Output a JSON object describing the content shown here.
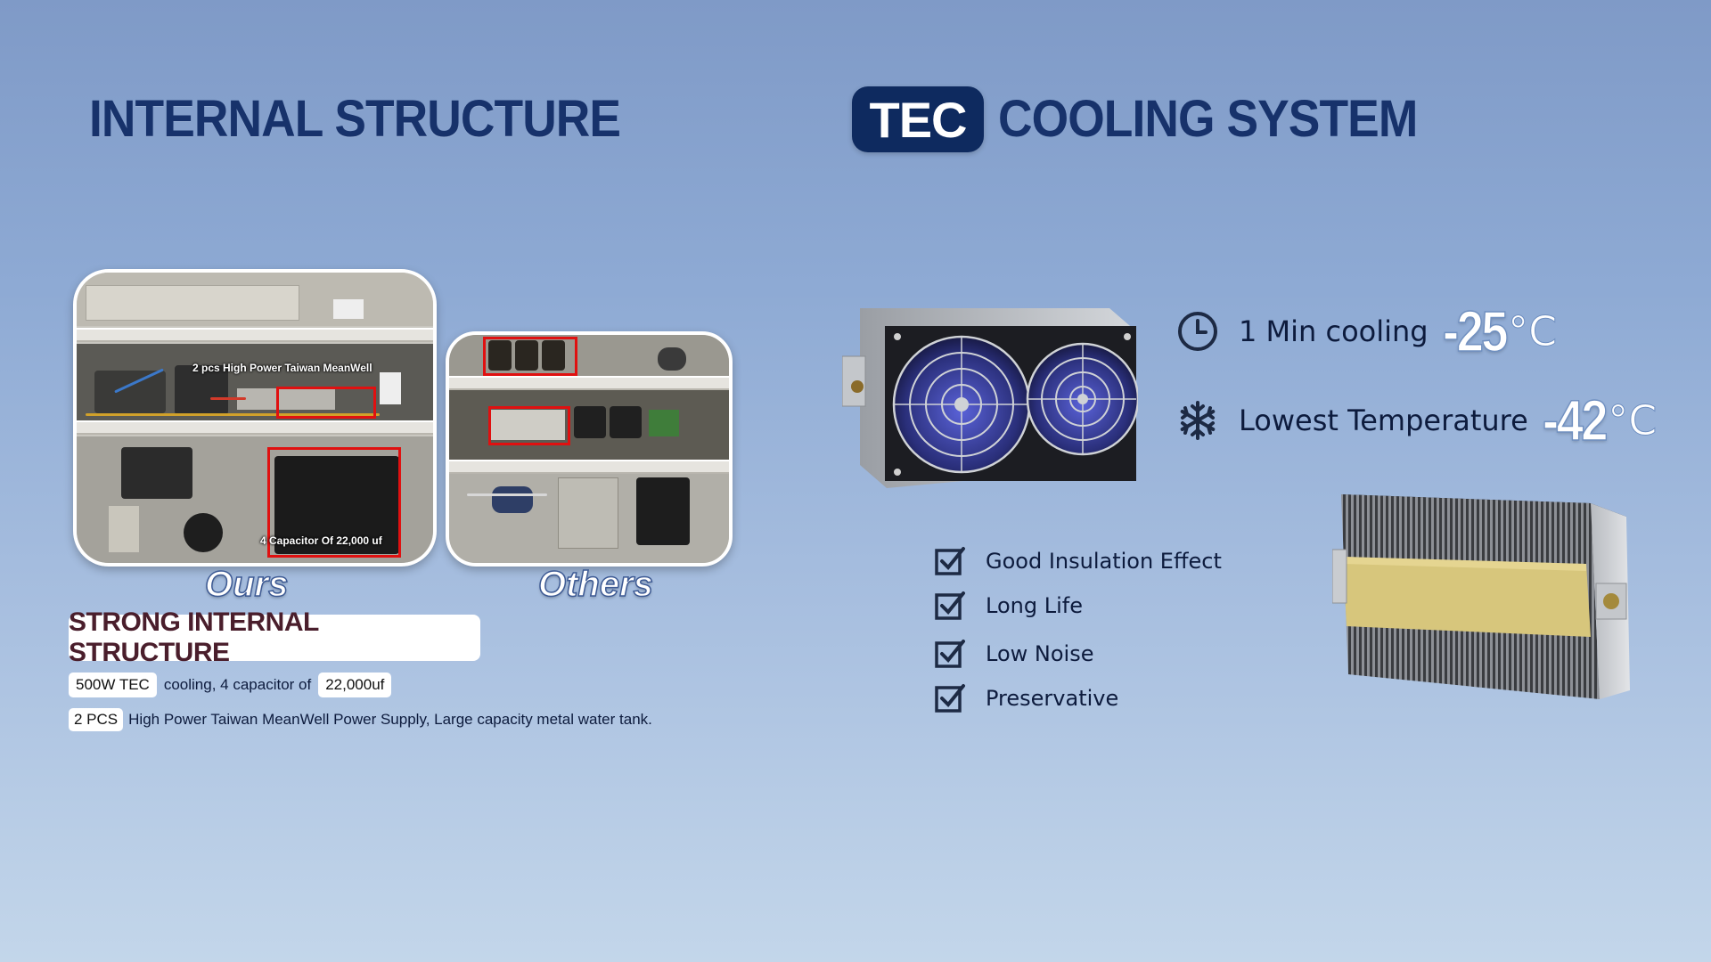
{
  "left_section": {
    "heading": "INTERNAL STRUCTURE",
    "photo_ours_caption": "2 pcs High Power Taiwan MeanWell",
    "photo_ours_caption2": "4 Capacitor Of 22,000 uf",
    "label_ours": "Ours",
    "label_others": "Others",
    "strong_title": "STRONG INTERNAL STRUCTURE",
    "line1": {
      "tag1": "500W TEC",
      "text1": "cooling, 4 capacitor of",
      "tag2": "22,000uf"
    },
    "line2": {
      "tag1": "2 PCS",
      "text1": "High Power Taiwan MeanWell Power Supply, Large capacity metal water tank."
    }
  },
  "right_section": {
    "heading_badge": "TEC",
    "heading": "COOLING SYSTEM",
    "stats": [
      {
        "icon": "clock-icon",
        "label": "1 Min cooling",
        "value": "-25",
        "unit": "°C"
      },
      {
        "icon": "snowflake-icon",
        "label": "Lowest Temperature",
        "value": "-42",
        "unit": "°C"
      }
    ],
    "features": [
      {
        "icon": "checkbox-icon",
        "label": "Good Insulation Effect"
      },
      {
        "icon": "checkbox-icon",
        "label": "Long Life"
      },
      {
        "icon": "checkbox-icon",
        "label": "Low Noise"
      },
      {
        "icon": "checkbox-icon",
        "label": "Preservative"
      }
    ]
  },
  "colors": {
    "heading": "#17326b",
    "badge_bg": "#0e2a5f",
    "accent_red": "#e01010"
  }
}
